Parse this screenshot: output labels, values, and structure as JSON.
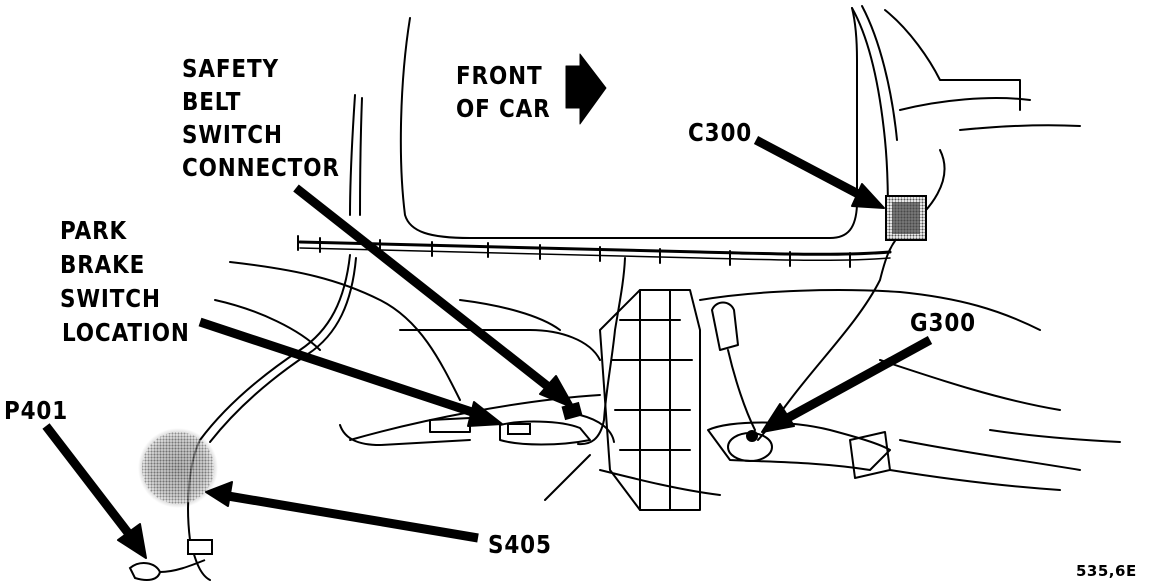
{
  "labels": {
    "safety_belt_1": "SAFETY",
    "safety_belt_2": "BELT",
    "safety_belt_3": "SWITCH",
    "safety_belt_4": "CONNECTOR",
    "front_1": "FRONT",
    "front_2": "OF CAR",
    "c300": "C300",
    "park_1": "PARK",
    "park_2": "BRAKE",
    "park_3": "SWITCH",
    "park_4": "LOCATION",
    "g300": "G300",
    "p401": "P401",
    "s405": "S405"
  },
  "figure_number": "535,6E",
  "colors": {
    "ink": "#000000",
    "paper": "#ffffff",
    "shade": "#8a8a8a"
  }
}
